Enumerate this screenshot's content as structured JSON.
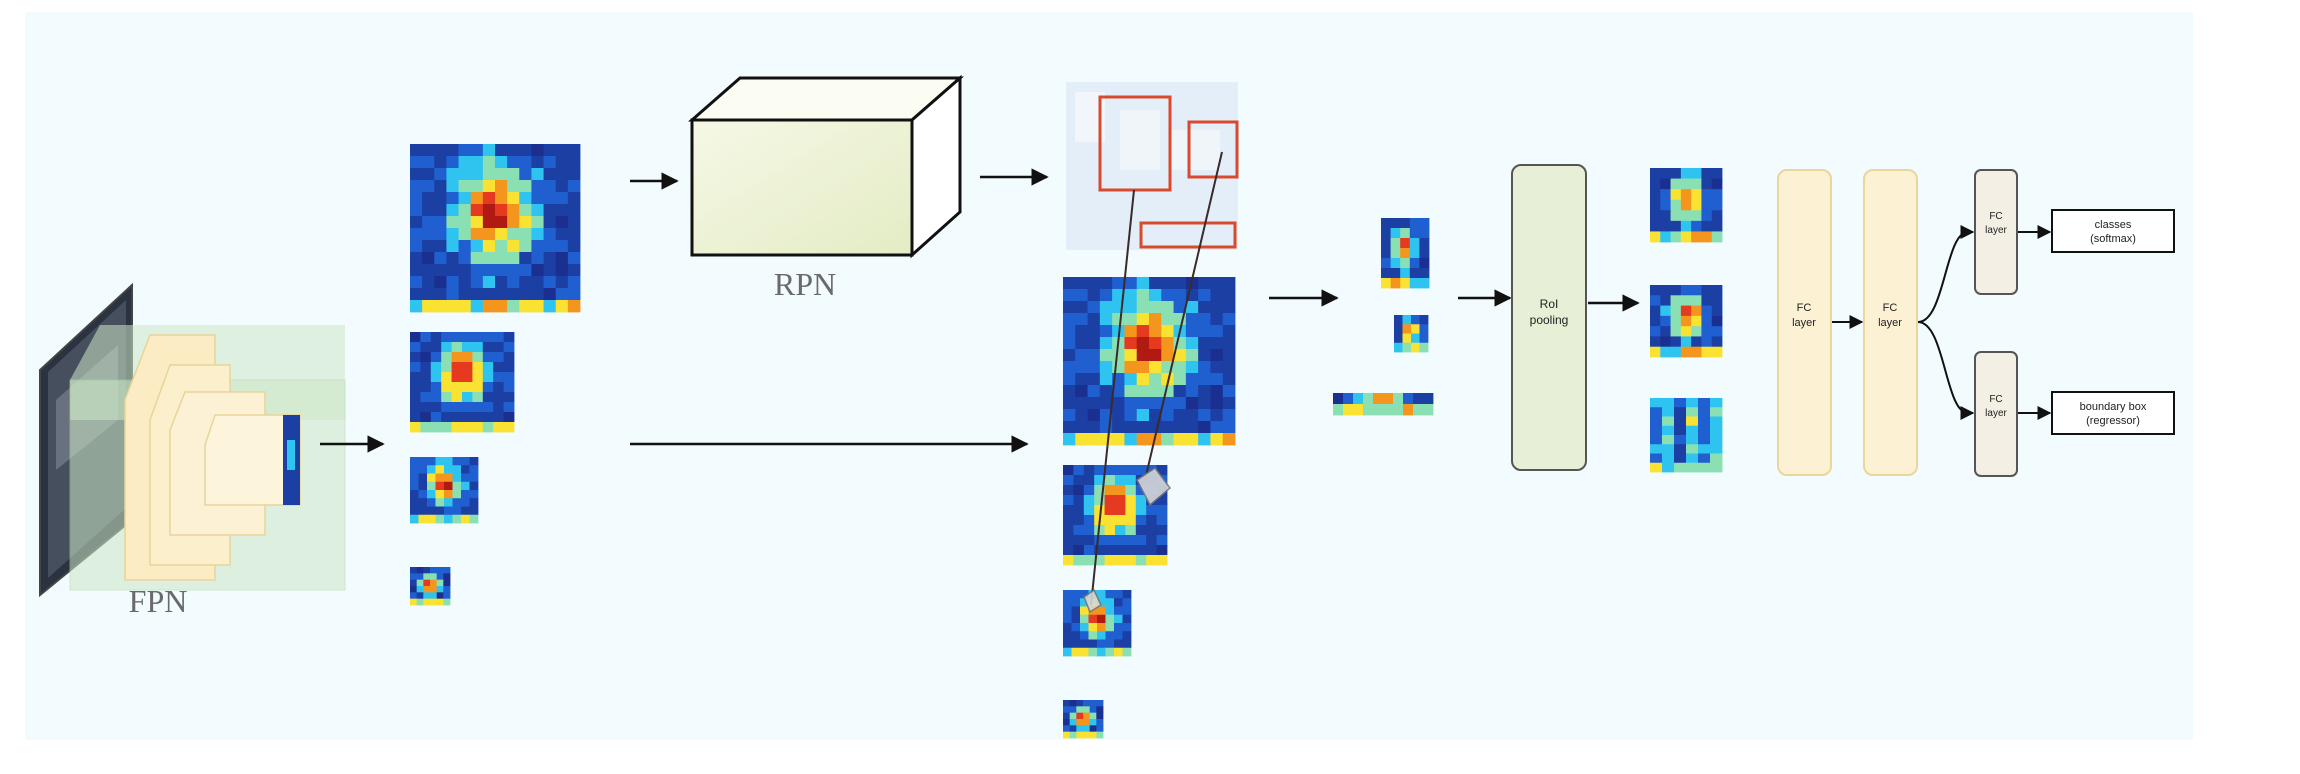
{
  "labels": {
    "fpn": "FPN",
    "rpn": "RPN",
    "roi_line1": "RoI",
    "roi_line2": "pooling",
    "fc_line1": "FC",
    "fc_line2": "layer",
    "classes_line1": "classes",
    "classes_line2": "(softmax)",
    "bbox_line1": "boundary box",
    "bbox_line2": "(regressor)"
  },
  "colors": {
    "background": "#f2fbfd",
    "heatmap_dark": "#1c3fa3",
    "heatmap_mid": "#2ec4ef",
    "heatmap_hot": "#e53a1f",
    "heatmap_warm": "#f9e231",
    "rpn_face": "#eef3d6",
    "proposal_red": "#d84a2e",
    "roi_fill": "#e7efd6",
    "fc_fill": "#fdf1d4",
    "fc_small_fill": "#f3efe5",
    "fpn_green": "#cde8c7",
    "fpn_yellow": "#fbecc4"
  }
}
